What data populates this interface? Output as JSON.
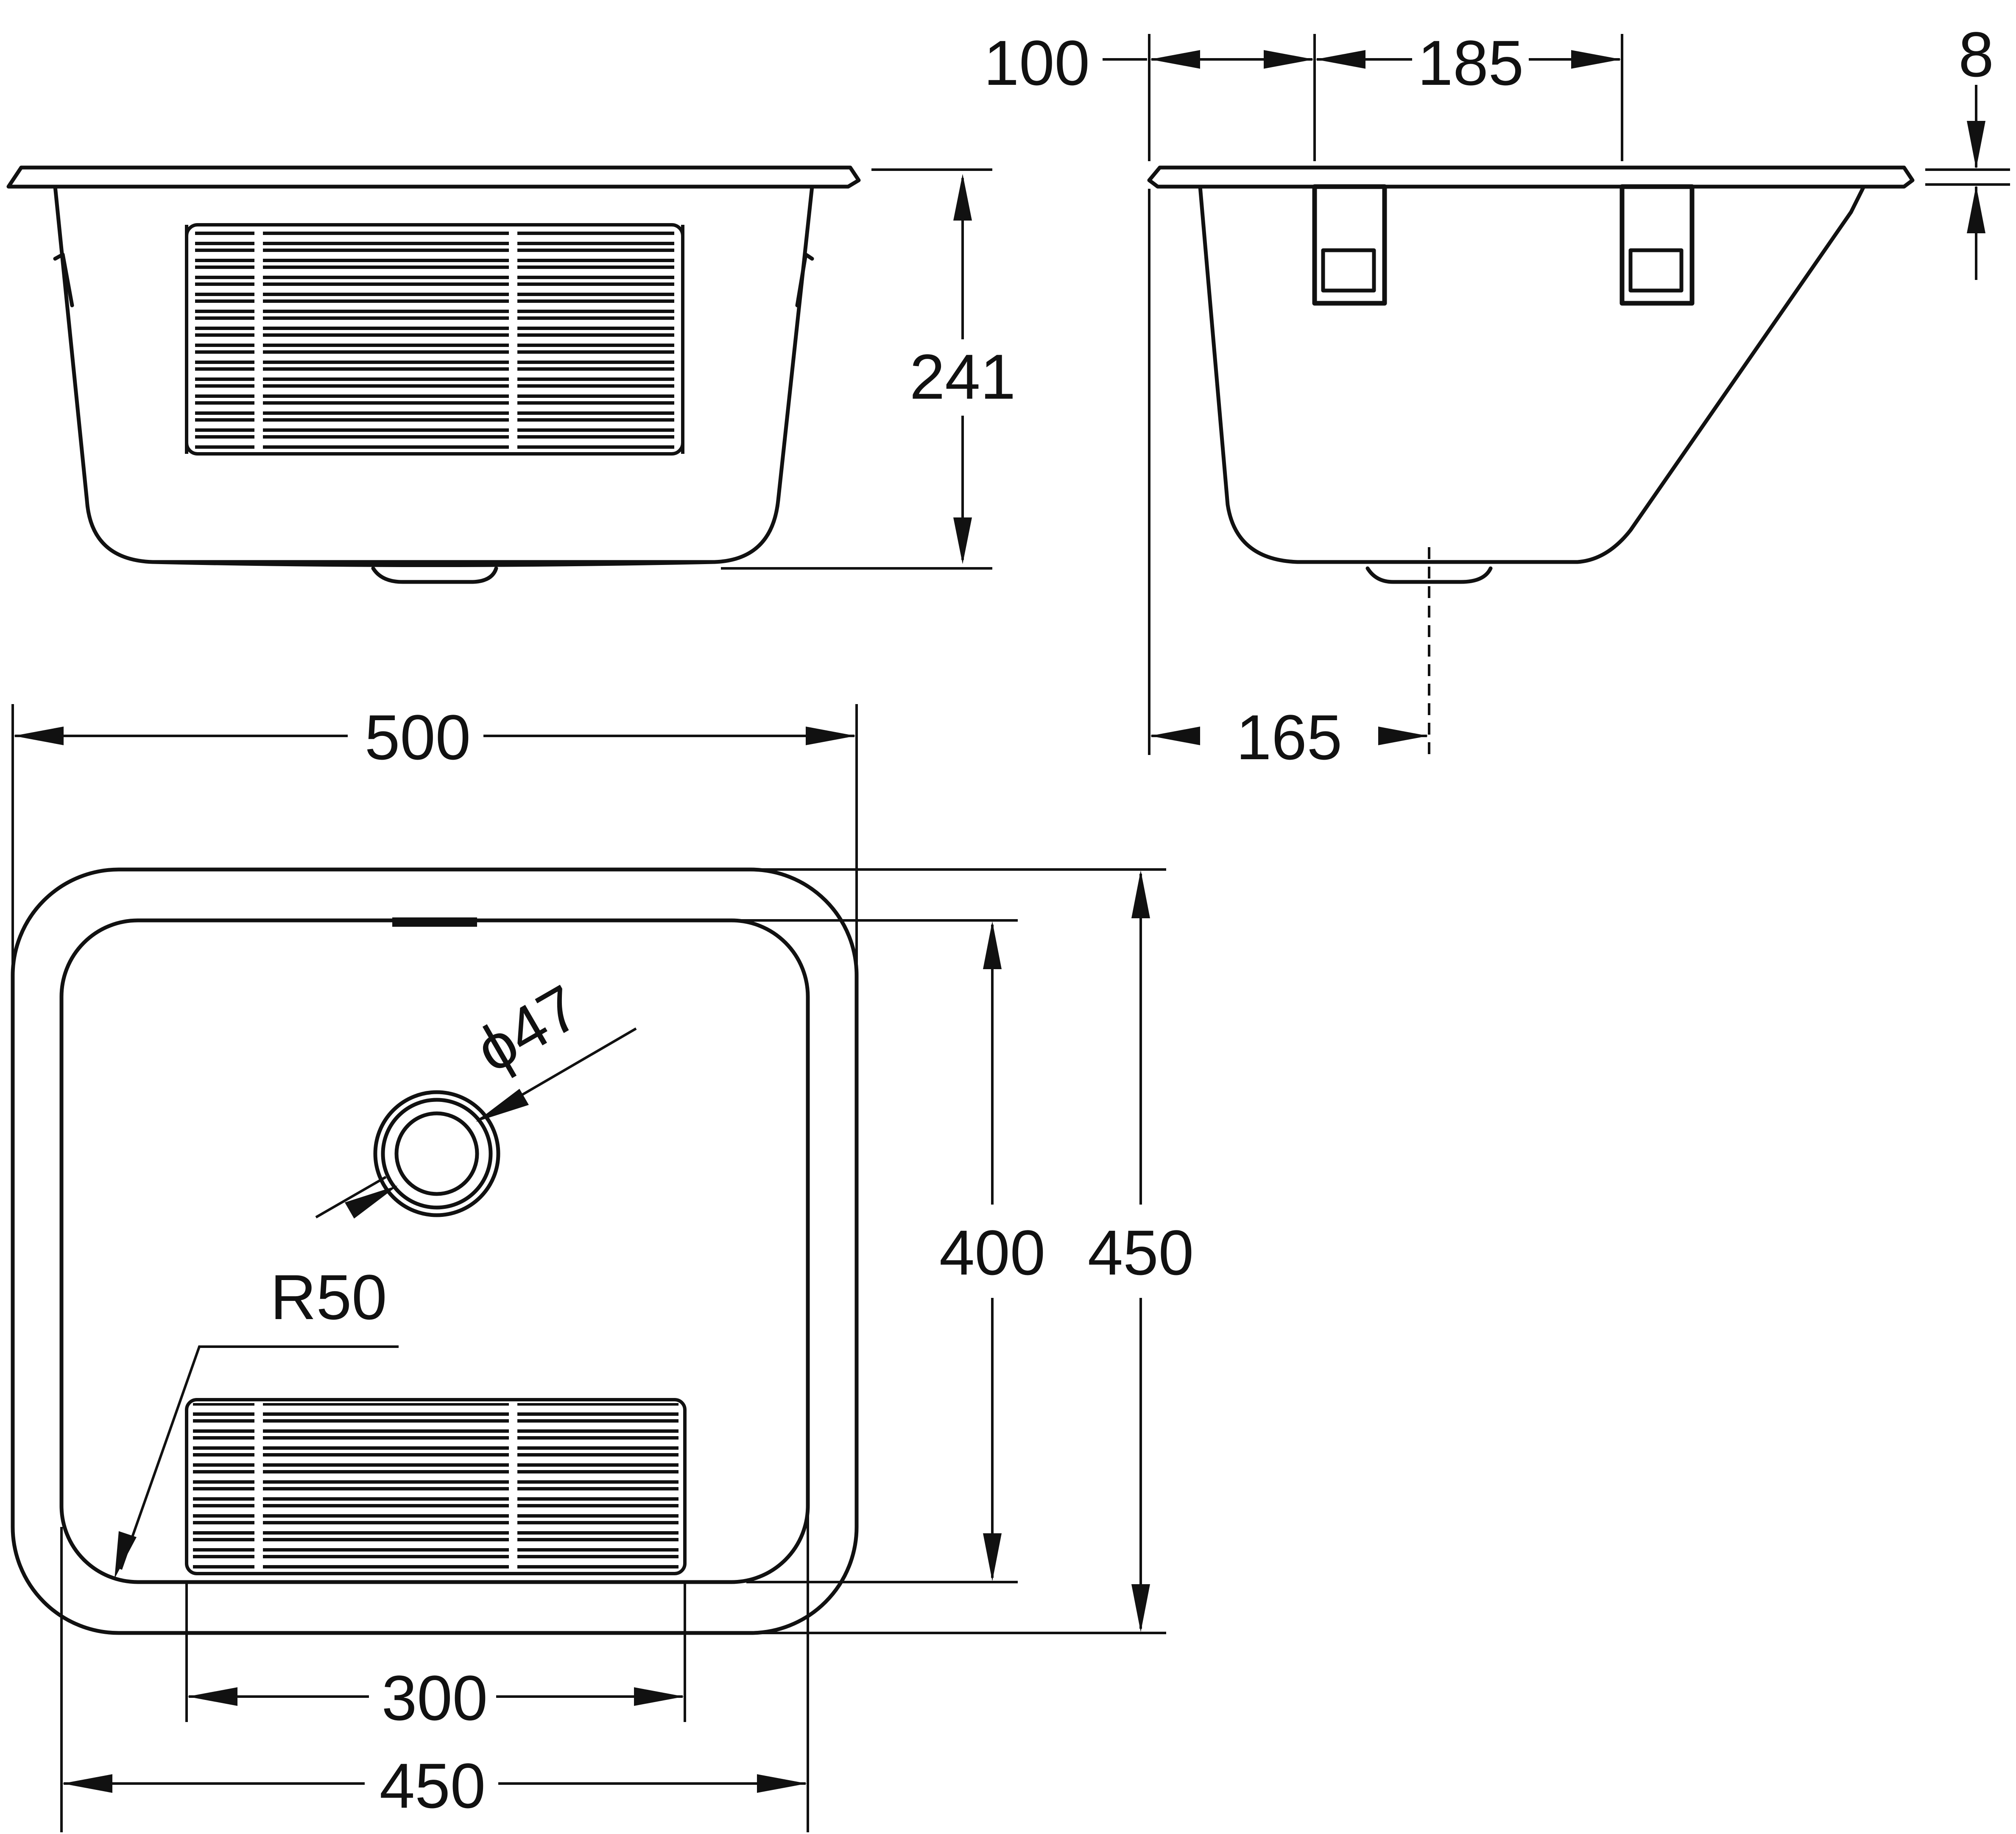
{
  "dimensions": {
    "height_241": "241",
    "offset_100": "100",
    "spacing_185": "185",
    "rim_thickness_8": "8",
    "outlet_offset_165": "165",
    "overall_width_500": "500",
    "outlet_diameter": "ϕ47",
    "bowl_depth_400": "400",
    "overall_depth_450": "450",
    "corner_radius": "R50",
    "rib_width_300": "300",
    "bowl_width_450": "450"
  }
}
